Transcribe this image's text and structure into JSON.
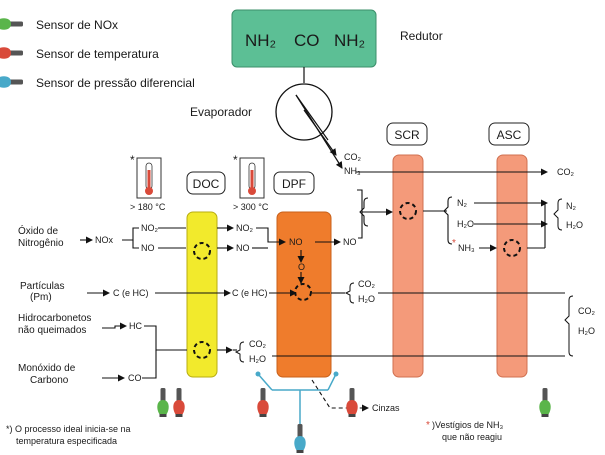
{
  "legend": {
    "nox": "Sensor de NOx",
    "temperature": "Sensor de temperatura",
    "pressure": "Sensor de pressão diferencial"
  },
  "reductant": {
    "nh2_a": "NH₂",
    "co": "CO",
    "nh2_b": "NH₂",
    "label": "Redutor"
  },
  "evaporator": "Evaporador",
  "thermo_doc": {
    "star": "*",
    "temp": "> 180 °C"
  },
  "thermo_dpf": {
    "star": "*",
    "temp": "> 300 °C"
  },
  "boxes": {
    "doc": "DOC",
    "dpf": "DPF",
    "scr": "SCR",
    "asc": "ASC"
  },
  "inputs": {
    "nox_line1": "Óxido de",
    "nox_line2": "Nitrogênio",
    "nox_species": "NOx",
    "pm_line1": "Partículas",
    "pm_line2": "(Pm)",
    "pm_species": "C (e HC)",
    "hc_line1": "Hidrocarbonetos",
    "hc_line2": "não queimados",
    "hc_species": "HC",
    "co_line1": "Monóxido de",
    "co_line2": "Carbono",
    "co_species": "CO"
  },
  "doc_out": {
    "no2": "NO₂",
    "no": "NO",
    "c_hc": "C (e HC)",
    "co2": "CO₂",
    "h2o": "H₂O"
  },
  "dpf_in": {
    "no2": "NO₂",
    "no": "NO"
  },
  "dpf_inner": {
    "no": "NO",
    "o": "O"
  },
  "dpf_out": {
    "no": "NO",
    "co2": "CO₂",
    "h2o": "H₂O"
  },
  "evap_out": {
    "co2": "CO₂",
    "nh3": "NH₃"
  },
  "scr_out": {
    "n2": "N₂",
    "h2o": "H₂O",
    "star": "*",
    "nh3": "NH₃"
  },
  "asc_out": {
    "co2": "CO₂",
    "n2": "N₂",
    "h2o": "H₂O"
  },
  "right_group": {
    "co2": "CO₂",
    "h2o": "H₂O"
  },
  "cinzas": "Cinzas",
  "footnote1": {
    "line1": "*) O processo ideal inicia-se na",
    "line2": "temperatura especificada"
  },
  "footnote2": {
    "star": "*",
    "line1": ")Vestígios de NH₃",
    "line2": "que não reagiu"
  },
  "colors": {
    "reductant_box": "#5cbf95",
    "doc": "#f2ea2c",
    "dpf": "#ef7c2c",
    "scr": "#f49a7a",
    "asc": "#f49a7a",
    "sensor_nox": "#5ab54a",
    "sensor_temp": "#d94a3a",
    "sensor_pressure": "#48a9c9"
  }
}
